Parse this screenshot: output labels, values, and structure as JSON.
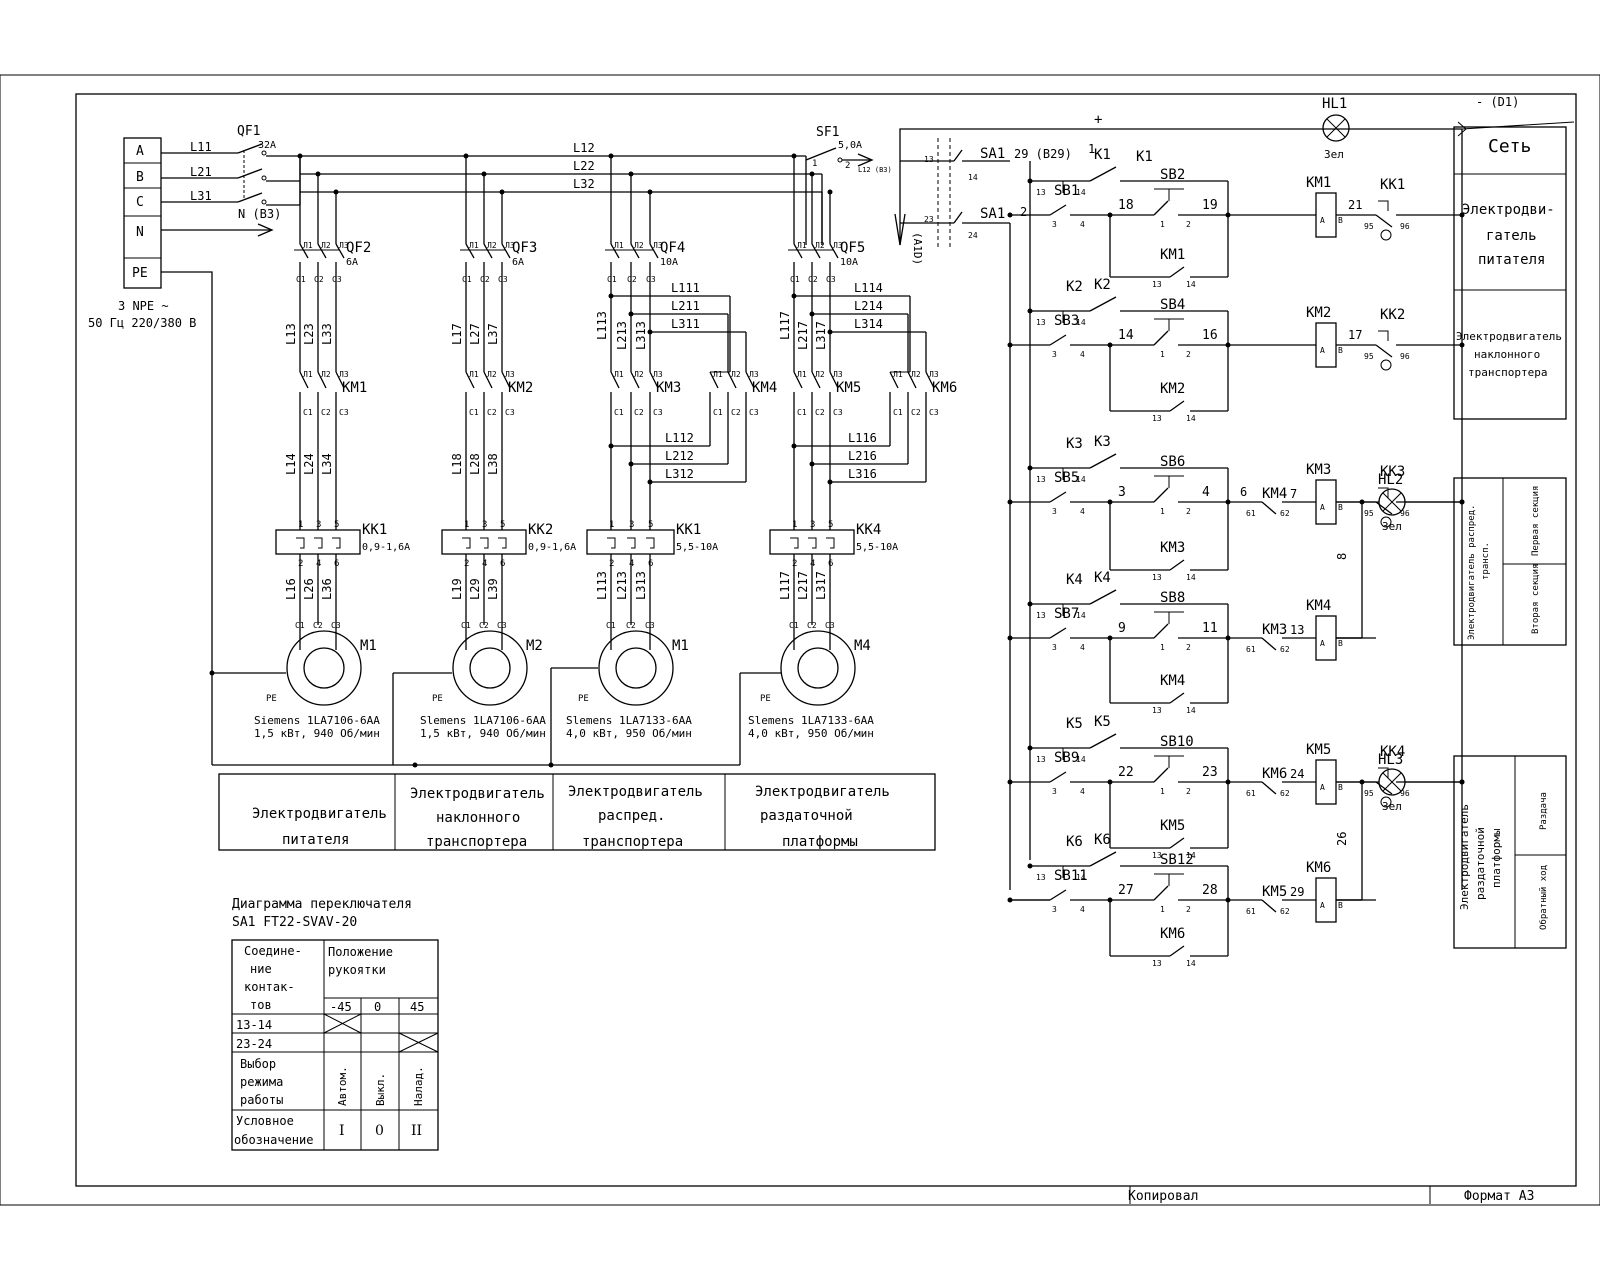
{
  "footer": {
    "copied": "Копировал",
    "format": "Формат А3"
  },
  "supply": {
    "phases": [
      "A",
      "B",
      "C",
      "N",
      "PE"
    ],
    "lines": [
      "L11",
      "L21",
      "L31"
    ],
    "qf1": "QF1",
    "qf1_rating": "32A",
    "neutral": "N (B3)",
    "spec1": "3 NPE ~",
    "spec2": "50 Гц 220/380 В"
  },
  "buses": {
    "top": [
      "L12",
      "L22",
      "L32"
    ]
  },
  "sf1": {
    "name": "SF1",
    "rating": "5,0A",
    "contacts": [
      "1",
      "2"
    ],
    "note": "L12 (B3)"
  },
  "branches": [
    {
      "qf": "QF2",
      "qf_rating": "6A",
      "km": "KM1",
      "kk": "KK1",
      "kk_range": "0,9-1,6A",
      "motor": "M1",
      "upper": [
        "L13",
        "L23",
        "L33"
      ],
      "mid": [
        "L14",
        "L24",
        "L34"
      ],
      "lower": [
        "L16",
        "L26",
        "L36"
      ],
      "model": "Siemens 1LA7106-6AA",
      "power": "1,5 кВт, 940 Об/мин"
    },
    {
      "qf": "QF3",
      "qf_rating": "6A",
      "km": "KM2",
      "kk": "KK2",
      "kk_range": "0,9-1,6A",
      "motor": "M2",
      "upper": [
        "L17",
        "L27",
        "L37"
      ],
      "mid": [
        "L18",
        "L28",
        "L38"
      ],
      "lower": [
        "L19",
        "L29",
        "L39"
      ],
      "model": "Slemens 1LA7106-6AA",
      "power": "1,5 кВт, 940 Об/мин"
    },
    {
      "qf": "QF4",
      "qf_rating": "10A",
      "km": "KM3",
      "km2": "KM4",
      "kk": "KK1",
      "kk_range": "5,5-10A",
      "motor": "M1",
      "upper": [
        "L111",
        "L211",
        "L311"
      ],
      "mid": [
        "L112",
        "L212",
        "L312"
      ],
      "lower": [
        "L113",
        "L213",
        "L313"
      ],
      "model": "Slemens 1LA7133-6AA",
      "power": "4,0 кВт, 950 Об/мин"
    },
    {
      "qf": "QF5",
      "qf_rating": "10A",
      "km": "KM5",
      "km2": "KM6",
      "kk": "KK4",
      "kk_range": "5,5-10A",
      "motor": "M4",
      "upper": [
        "L114",
        "L214",
        "L314"
      ],
      "mid": [
        "L116",
        "L216",
        "L316"
      ],
      "lower": [
        "L117",
        "L217",
        "L317"
      ],
      "model": "Slemens 1LA7133-6AA",
      "power": "4,0 кВт, 950 Об/мин"
    }
  ],
  "terminals": {
    "qf": [
      "Л1",
      "Л2",
      "Л3"
    ],
    "c": [
      "C1",
      "C2",
      "C3"
    ],
    "kk_top": [
      "1",
      "3",
      "5"
    ],
    "kk_bot": [
      "2",
      "4",
      "6"
    ],
    "pe": "PE"
  },
  "bottom_table": [
    [
      "Электродвигатель",
      "питателя"
    ],
    [
      "Электродвигатель",
      "наклонного",
      "транспортера"
    ],
    [
      "Электродвигатель",
      "распред.",
      "транспортера"
    ],
    [
      "Электродвигатель",
      "раздаточной",
      "платформы"
    ]
  ],
  "switch_table": {
    "title1": "Диаграмма переключателя",
    "title2": "SA1 FT22-SVAV-20",
    "header_left": [
      "Соедине-",
      "ние",
      "контак-",
      "тов"
    ],
    "header_right": [
      "Положение",
      "рукоятки"
    ],
    "positions": [
      "-45",
      "0",
      "45"
    ],
    "rows": [
      "13-14",
      "23-24"
    ],
    "mode_label": [
      "Выбор",
      "режима",
      "работы"
    ],
    "modes": [
      "Автом.",
      "Выкл.",
      "Налад."
    ],
    "symbol_label": [
      "Условное",
      "обозначение"
    ],
    "symbols": [
      "I",
      "0",
      "II"
    ]
  },
  "control": {
    "plus": "+",
    "minus": "- (D1)",
    "hl1": "HL1",
    "hl1_color": "Зел",
    "sa1": "SA1",
    "sa1_a": "29 (B29)",
    "sa1_b": "2",
    "sa1_node": "1",
    "a1d": "(A1D)",
    "sa1_t": [
      "13",
      "14",
      "23",
      "24"
    ],
    "rungs": [
      {
        "k": "K1",
        "sb_a": "SB1",
        "sb_b": "SB2",
        "n1": "18",
        "n2": "19",
        "km": "KM1",
        "after": "21",
        "kk": "KK1"
      },
      {
        "k": "K2",
        "sb_a": "SB3",
        "sb_b": "SB4",
        "n1": "14",
        "n2": "16",
        "km": "KM2",
        "after": "17",
        "kk": "KK2"
      },
      {
        "k": "K3",
        "sb_a": "SB5",
        "sb_b": "SB6",
        "n1": "3",
        "n2": "4",
        "km": "KM3",
        "pre": "6",
        "il": "KM4",
        "after": "7",
        "kk": "KK3",
        "hl": "HL2"
      },
      {
        "k": "K4",
        "sb_a": "SB7",
        "sb_b": "SB8",
        "n1": "9",
        "n2": "11",
        "km": "KM4",
        "il": "KM3",
        "after": "13"
      },
      {
        "k": "K5",
        "sb_a": "SB9",
        "sb_b": "SB10",
        "n1": "22",
        "n2": "23",
        "km": "KM5",
        "il": "KM6",
        "after": "24",
        "kk": "KK4",
        "hl": "HL3"
      },
      {
        "k": "K6",
        "sb_a": "SB11",
        "sb_b": "SB12",
        "n1": "27",
        "n2": "28",
        "km": "KM6",
        "il": "KM5",
        "after": "29"
      }
    ],
    "pair_nodes": [
      "8",
      "26"
    ],
    "hl_color": "Зел",
    "coil_pins": [
      "A",
      "B"
    ],
    "kk_pins": [
      "95",
      "96"
    ],
    "il_pins": [
      "61",
      "62"
    ],
    "sb_pins": [
      "3",
      "4",
      "1",
      "2"
    ],
    "hold_pins": [
      "13",
      "14"
    ]
  },
  "right_boxes": {
    "set": "Сеть",
    "feeder": [
      "Электродви-",
      "гатель",
      "питателя"
    ],
    "incline": [
      "Электродвигатель",
      "наклонного",
      "транспортера"
    ],
    "distrib_main": [
      "Электродвигатель распред.",
      "трансп."
    ],
    "distrib_sections": [
      "Первая секция",
      "Вторая секция"
    ],
    "platform_main": [
      "Электродвигатель",
      "раздаточной",
      "платформы"
    ],
    "platform_sections": [
      "Раздача",
      "Обратный ход"
    ]
  }
}
